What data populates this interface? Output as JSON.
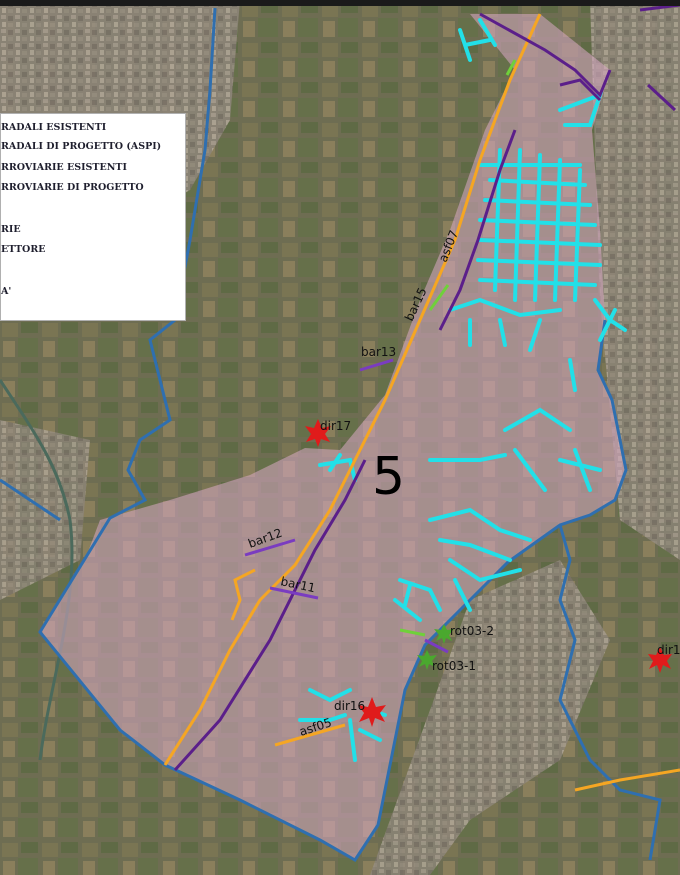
{
  "legend": {
    "rows": [
      "RADALI ESISTENTI",
      "RADALI DI PROGETTO (ASPI)",
      "RROVIARIE ESISTENTI",
      "RROVIARIE DI PROGETTO",
      "RIE",
      "ETTORE",
      "A'"
    ]
  },
  "zone_number": "5",
  "labels": {
    "asf07": "asf07",
    "bar15": "bar15",
    "bar13": "bar13",
    "dir17": "dir17",
    "bar12": "bar12",
    "bar11": "bar11",
    "rot03_2": "rot03-2",
    "rot03_1": "rot03-1",
    "dir16": "dir16",
    "asf05": "asf05",
    "dir_partial": "dir1"
  },
  "colors": {
    "zone_fill": "#d8a9c4",
    "zone_border": "#2f6fb0",
    "motorway": "#f5a623",
    "railway": "#5b1f8a",
    "local_roads": "#22e0e8",
    "project_green": "#6fd13a",
    "star_red": "#e01b1b",
    "star_green": "#4aa82e"
  }
}
